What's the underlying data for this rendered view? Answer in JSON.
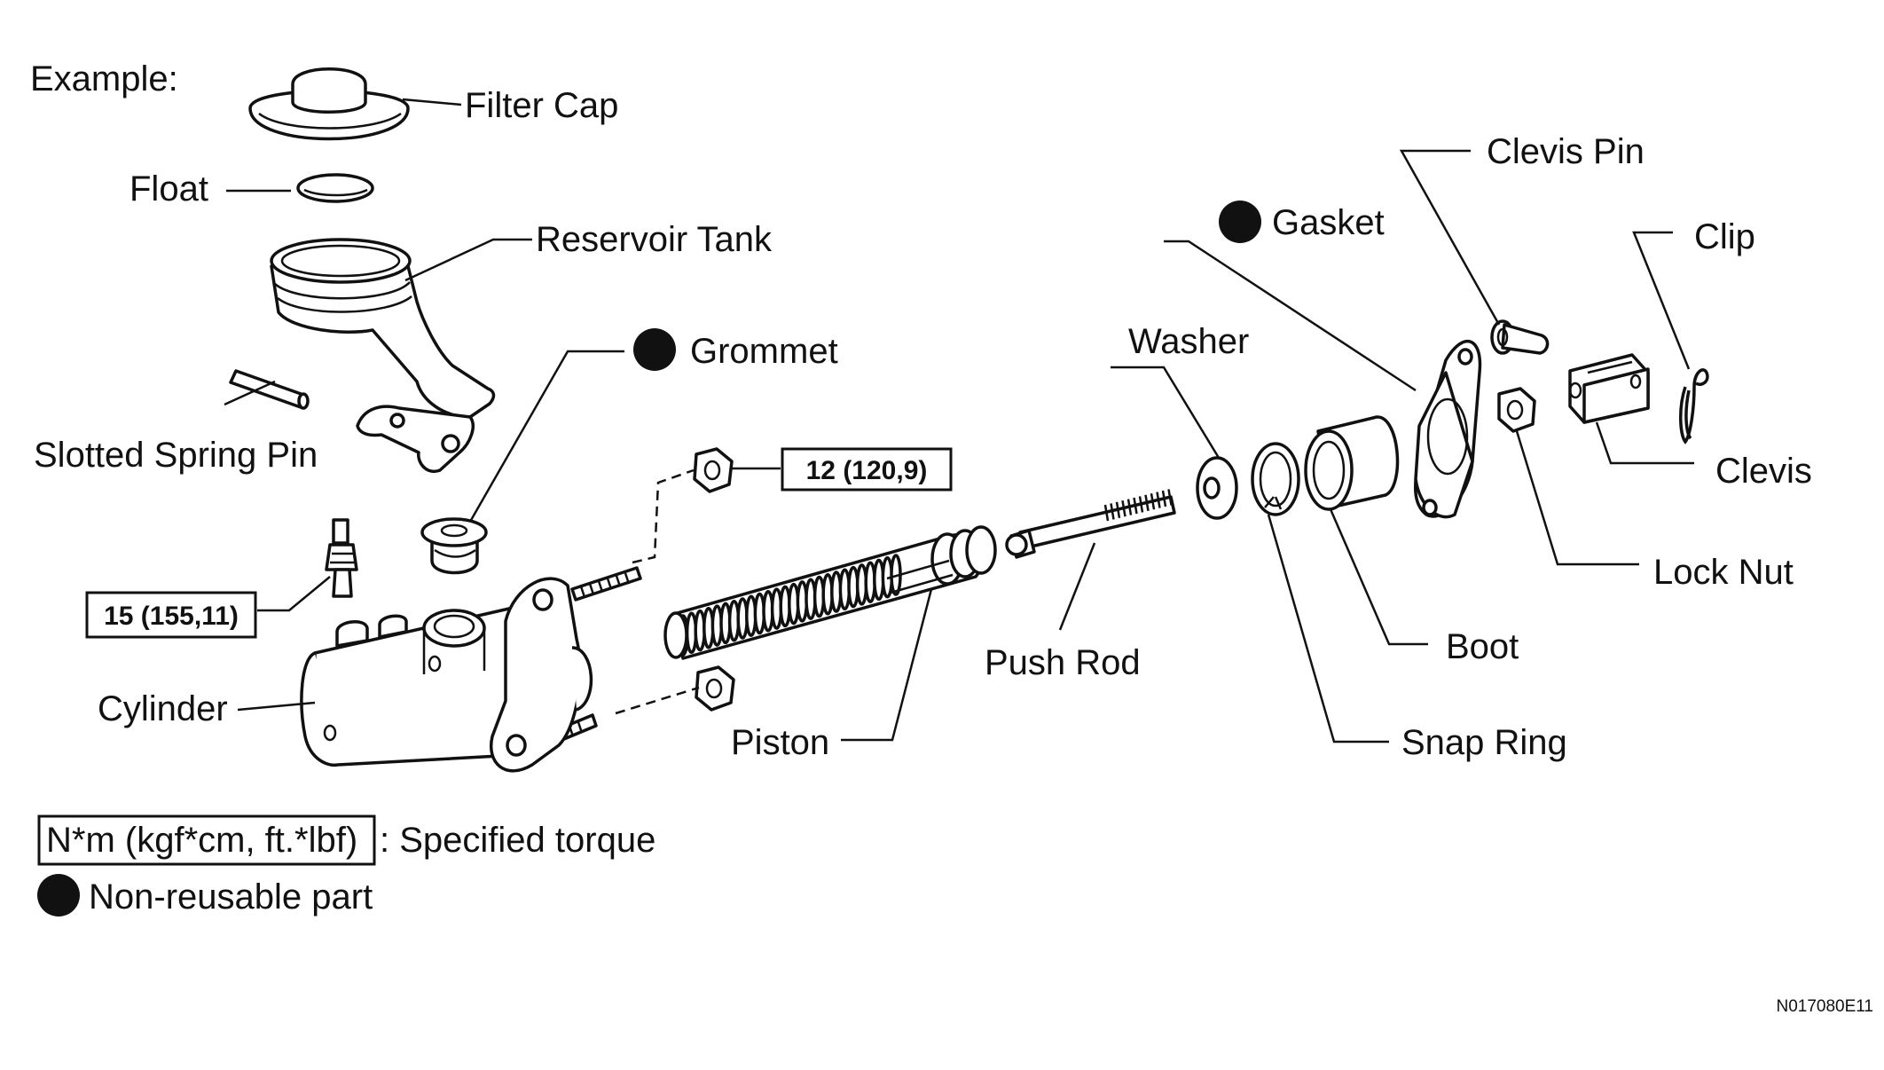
{
  "title": "Example:",
  "labels": {
    "filter_cap": "Filter Cap",
    "float": "Float",
    "reservoir_tank": "Reservoir Tank",
    "grommet": "Grommet",
    "slotted_spring_pin": "Slotted Spring Pin",
    "cylinder": "Cylinder",
    "piston": "Piston",
    "push_rod": "Push Rod",
    "washer": "Washer",
    "snap_ring": "Snap Ring",
    "boot": "Boot",
    "gasket": "Gasket",
    "clevis_pin": "Clevis Pin",
    "clip": "Clip",
    "clevis": "Clevis",
    "lock_nut": "Lock Nut"
  },
  "torques": {
    "nut": "12 (120,9)",
    "union": "15 (155,11)"
  },
  "legend": {
    "torque_box": "N*m (kgf*cm, ft.*lbf)",
    "torque_text": ": Specified torque",
    "nonreusable_text": "Non-reusable part"
  },
  "figure_code": "N017080E11",
  "non_reusable_parts": [
    "Grommet",
    "Gasket"
  ]
}
